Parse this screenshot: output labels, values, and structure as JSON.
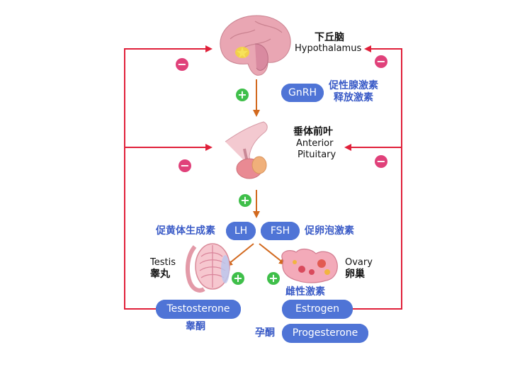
{
  "hypothalamus": {
    "cn": "下丘脑",
    "en": "Hypothalamus"
  },
  "gnrh": {
    "label": "GnRH",
    "cn_line1": "促性腺激素",
    "cn_line2": "释放激素"
  },
  "pituitary": {
    "cn": "垂体前叶",
    "en_line1": "Anterior",
    "en_line2": "Pituitary"
  },
  "lh": {
    "label": "LH",
    "cn": "促黄体生成素"
  },
  "fsh": {
    "label": "FSH",
    "cn": "促卵泡激素"
  },
  "testis": {
    "en": "Testis",
    "cn": "睾丸"
  },
  "ovary": {
    "en": "Ovary",
    "cn": "卵巢"
  },
  "testosterone": {
    "label": "Testosterone",
    "cn": "睾酮"
  },
  "estrogen": {
    "label": "Estrogen",
    "cn": "雌性激素"
  },
  "progesterone": {
    "label": "Progesterone",
    "cn": "孕酮"
  },
  "symbols": {
    "minus": "−",
    "plus": "+"
  },
  "colors": {
    "feedback_line": "#e0203a",
    "flow_arrow": "#d2691e",
    "pill": "#4f74d6",
    "label_blue": "#3a5bc7"
  }
}
